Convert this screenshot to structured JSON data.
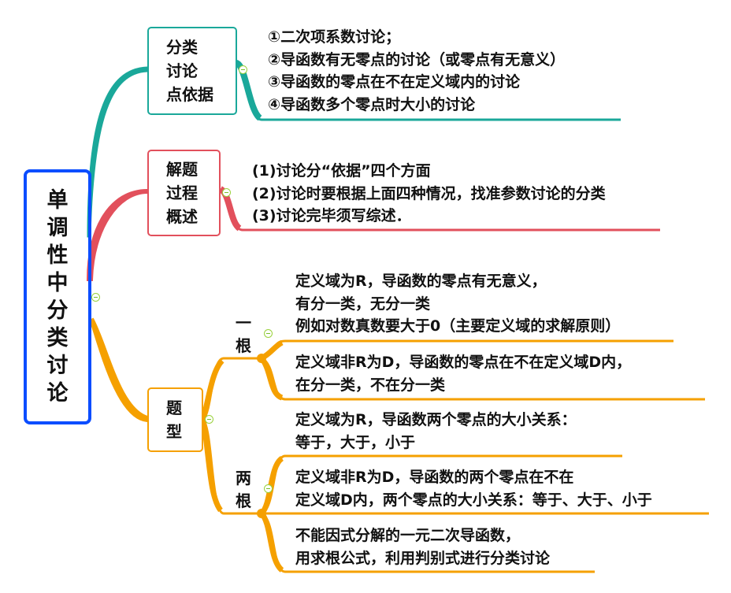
{
  "root": {
    "title_chars": [
      "单",
      "调",
      "性",
      "中",
      "分",
      "类",
      "讨",
      "论"
    ]
  },
  "branches": [
    {
      "color": "#1aa89a",
      "label_lines": [
        "分类",
        "讨论",
        "点依据"
      ],
      "items": [
        "①二次项系数讨论；",
        "②导函数有无零点的讨论（或零点有无意义）",
        "③导函数的零点在不在定义域内的讨论",
        "④导函数多个零点时大小的讨论"
      ]
    },
    {
      "color": "#e2505c",
      "label_lines": [
        "解题",
        "过程",
        "概述"
      ],
      "items": [
        "(1)讨论分“依据”四个方面",
        "(2)讨论时要根据上面四种情况，找准参数讨论的分类",
        "(3)讨论完毕须写综述．"
      ]
    },
    {
      "color": "#f5a000",
      "label_lines": [
        "题",
        "型"
      ],
      "sub": [
        {
          "label_chars": [
            "一",
            "根"
          ],
          "items": [
            [
              "定义域为R，导函数的零点有无意义，",
              "有分一类，无分一类",
              "例如对数真数要大于0（主要定义域的求解原则）"
            ],
            [
              "定义域非R为D，导函数的零点在不在定义域D内，",
              "在分一类，不在分一类"
            ]
          ]
        },
        {
          "label_chars": [
            "两",
            "根"
          ],
          "items": [
            [
              "定义域为R，导函数两个零点的大小关系：",
              "等于，大于，小于"
            ],
            [
              "定义域非R为D，导函数的两个零点在不在",
              "定义域D内，两个零点的大小关系：等于、大于、小于"
            ],
            [
              "不能因式分解的一元二次导函数，",
              "用求根公式，利用判别式进行分类讨论"
            ]
          ]
        }
      ]
    }
  ]
}
